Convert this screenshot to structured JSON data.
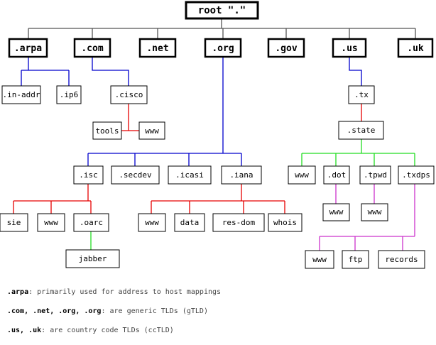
{
  "root": {
    "label": "root \".\""
  },
  "tlds": {
    "arpa": ".arpa",
    "com": ".com",
    "net": ".net",
    "org": ".org",
    "gov": ".gov",
    "us": ".us",
    "uk": ".uk"
  },
  "arpa": {
    "in_addr": ".in-addr",
    "ip6": ".ip6"
  },
  "com": {
    "cisco": ".cisco",
    "tools": "tools",
    "www": "www"
  },
  "org": {
    "isc": ".isc",
    "secdev": ".secdev",
    "icasi": ".icasi",
    "iana": ".iana",
    "isc_children": {
      "sie": "sie",
      "www": "www",
      "oarc": ".oarc",
      "jabber": "jabber"
    },
    "iana_children": {
      "www": "www",
      "data": "data",
      "res_dom": "res-dom",
      "whois": "whois"
    }
  },
  "us": {
    "tx": ".tx",
    "state": ".state",
    "state_children": {
      "www": "www",
      "dot": ".dot",
      "tpwd": ".tpwd",
      "txdps": ".txdps"
    },
    "dot_www": "www",
    "tpwd_www": "www",
    "txdps_children": {
      "www": "www",
      "ftp": "ftp",
      "records": "records"
    }
  },
  "colors": {
    "black": "#000000",
    "blue": "#0000cc",
    "red": "#e60000",
    "green": "#22dd22",
    "magenta": "#cc33cc",
    "gray": "#555555"
  },
  "notes": {
    "arpa_term": ".arpa",
    "arpa_text": ": primarily used for address to host mappings",
    "gtld_term": ".com, .net, .org, .org",
    "gtld_text": ": are generic TLDs (gTLD)",
    "cctld_term": ".us, .uk",
    "cctld_text": ": are country code TLDs (ccTLD)"
  }
}
